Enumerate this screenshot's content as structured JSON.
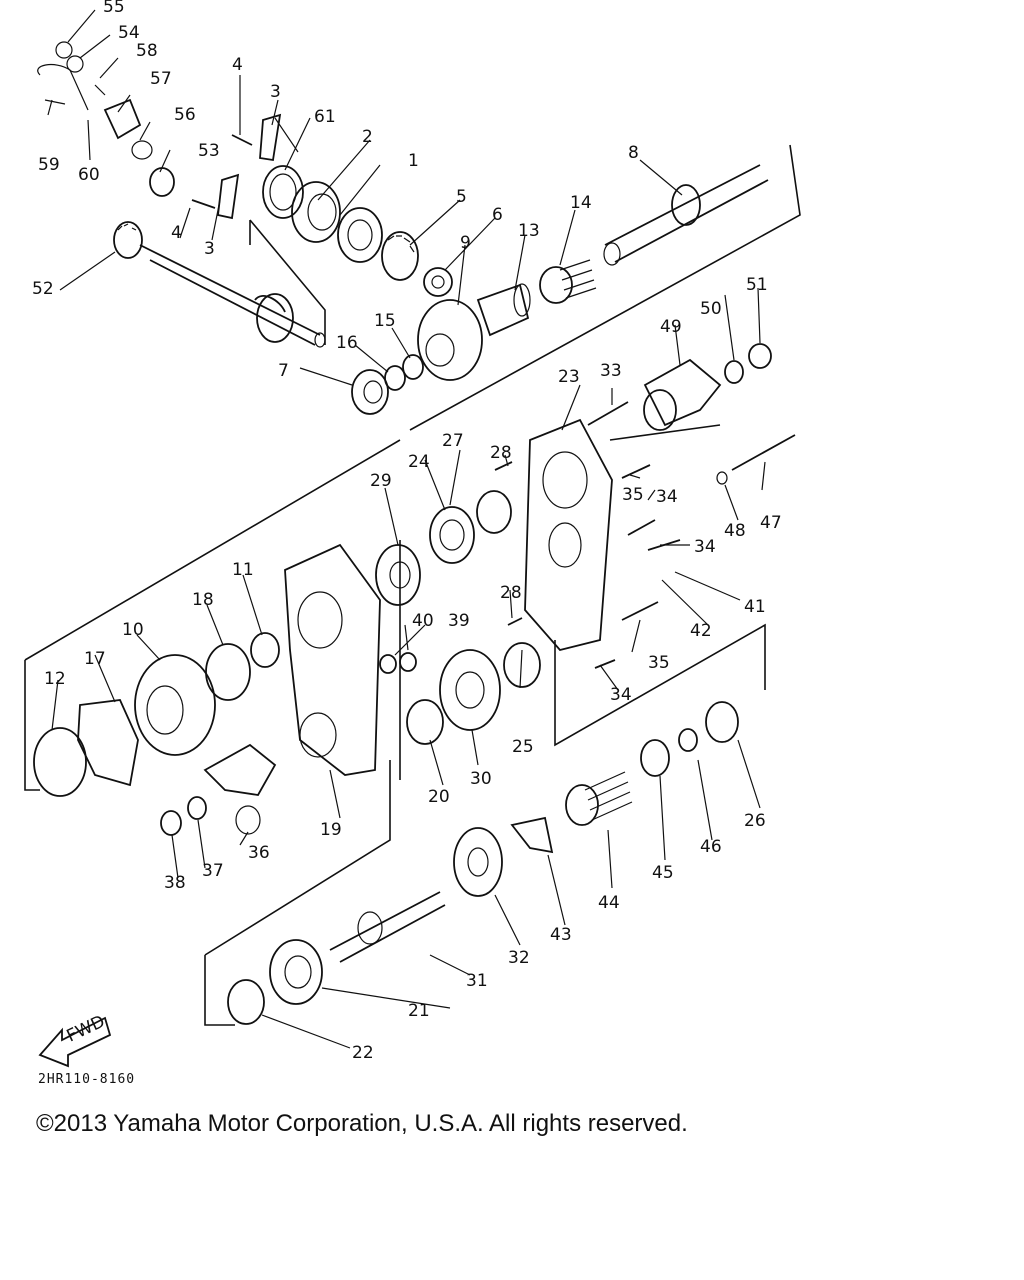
{
  "diagram": {
    "labels": [
      "1",
      "2",
      "3",
      "4",
      "5",
      "6",
      "7",
      "8",
      "9",
      "10",
      "11",
      "12",
      "13",
      "14",
      "15",
      "16",
      "17",
      "18",
      "19",
      "20",
      "21",
      "22",
      "23",
      "24",
      "25",
      "26",
      "27",
      "28",
      "29",
      "30",
      "31",
      "32",
      "33",
      "34",
      "35",
      "36",
      "37",
      "38",
      "39",
      "40",
      "41",
      "42",
      "43",
      "44",
      "45",
      "46",
      "47",
      "48",
      "49",
      "50",
      "51",
      "52",
      "53",
      "54",
      "55",
      "56",
      "57",
      "58",
      "59",
      "60",
      "61"
    ],
    "fwd_label": "FWD"
  },
  "catalog_code": "2HR110-8160",
  "copyright": "©2013 Yamaha Motor Corporation, U.S.A. All rights reserved."
}
